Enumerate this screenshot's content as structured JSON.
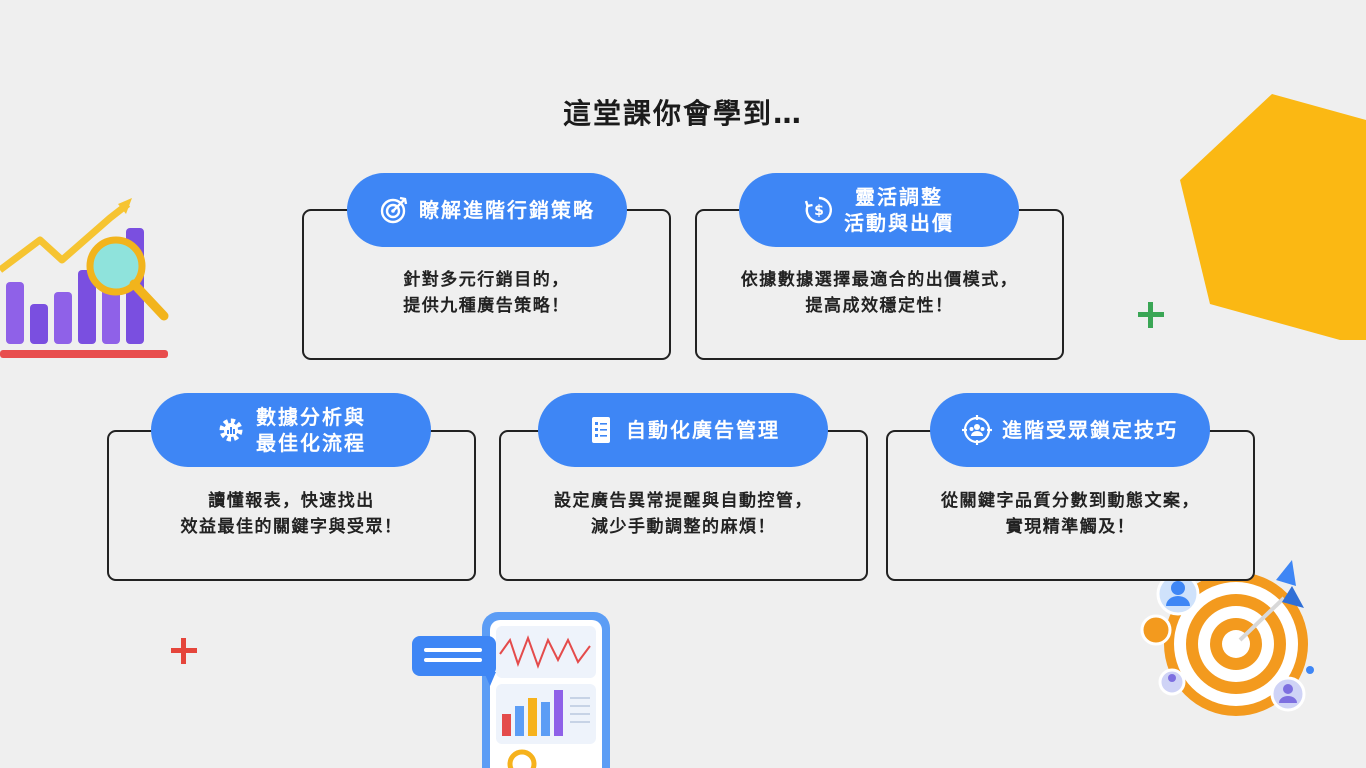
{
  "heading": "這堂課你會學到…",
  "cards": [
    {
      "title": [
        "瞭解進階行銷策略"
      ],
      "icon": "target-icon",
      "description": [
        "針對多元行銷目的，",
        "提供九種廣告策略！"
      ]
    },
    {
      "title": [
        "靈活調整",
        "活動與出價"
      ],
      "icon": "dollar-cycle-icon",
      "description": [
        "依據數據選擇最適合的出價模式，",
        "提高成效穩定性！"
      ]
    },
    {
      "title": [
        "數據分析與",
        "最佳化流程"
      ],
      "icon": "gear-chart-icon",
      "description": [
        "讀懂報表，快速找出",
        "效益最佳的關鍵字與受眾！"
      ]
    },
    {
      "title": [
        "自動化廣告管理"
      ],
      "icon": "checklist-icon",
      "description": [
        "設定廣告異常提醒與自動控管，",
        "減少手動調整的麻煩！"
      ]
    },
    {
      "title": [
        "進階受眾鎖定技巧"
      ],
      "icon": "audience-target-icon",
      "description": [
        "從關鍵字品質分數到動態文案，",
        "實現精準觸及！"
      ]
    }
  ],
  "colors": {
    "background": "#efefef",
    "pill": "#3e86f5",
    "hexagon": "#fbb813",
    "plus_green": "#3aa655",
    "plus_red": "#e5453b"
  }
}
